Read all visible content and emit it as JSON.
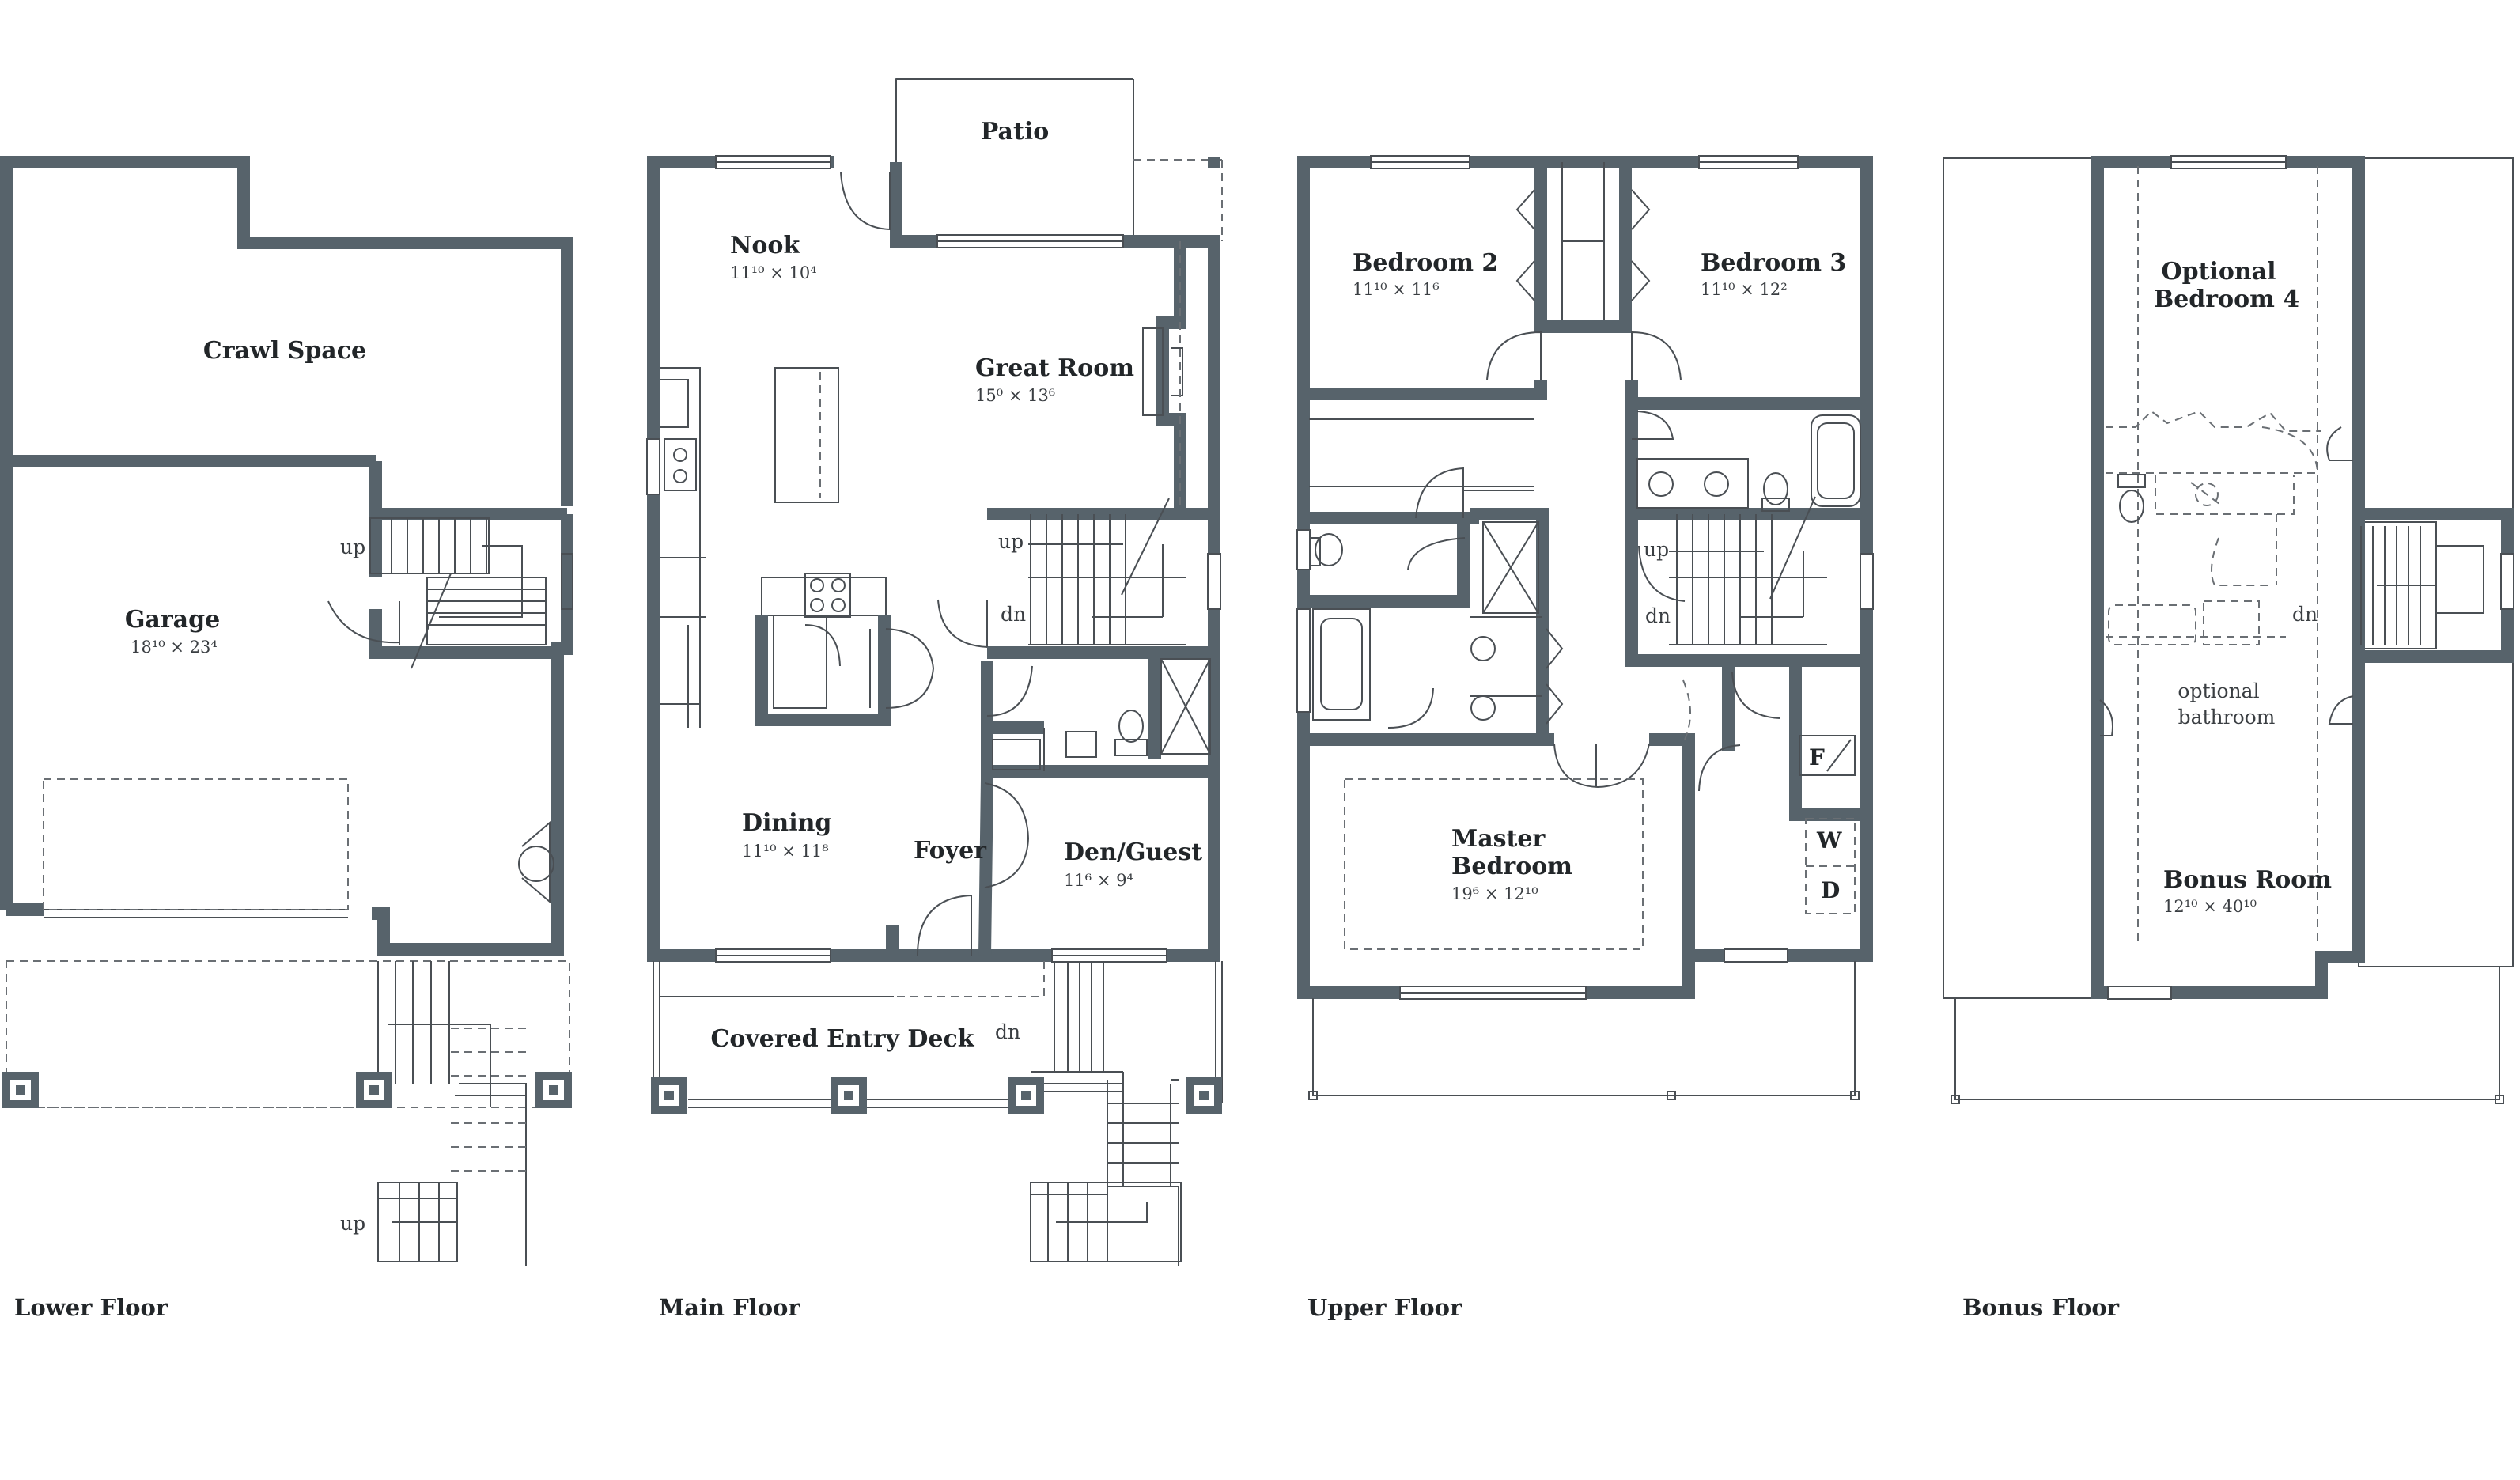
{
  "floors": {
    "lower": {
      "title": "Lower Floor",
      "rooms": {
        "crawl_space": {
          "name": "Crawl Space"
        },
        "garage": {
          "name": "Garage",
          "dims": "18¹⁰ × 23⁴"
        }
      },
      "labels": {
        "stair_up_1": "up",
        "stair_up_2": "up"
      }
    },
    "main": {
      "title": "Main Floor",
      "rooms": {
        "patio": {
          "name": "Patio"
        },
        "nook": {
          "name": "Nook",
          "dims": "11¹⁰ × 10⁴"
        },
        "great_room": {
          "name": "Great Room",
          "dims": "15⁰ × 13⁶"
        },
        "dining": {
          "name": "Dining",
          "dims": "11¹⁰ × 11⁸"
        },
        "foyer": {
          "name": "Foyer"
        },
        "den_guest": {
          "name": "Den/Guest",
          "dims": "11⁶ × 9⁴"
        },
        "covered_entry_deck": {
          "name": "Covered Entry Deck"
        }
      },
      "labels": {
        "stair_up": "up",
        "stair_dn": "dn",
        "deck_dn": "dn"
      }
    },
    "upper": {
      "title": "Upper Floor",
      "rooms": {
        "bedroom2": {
          "name": "Bedroom 2",
          "dims": "11¹⁰ × 11⁶"
        },
        "bedroom3": {
          "name": "Bedroom 3",
          "dims": "11¹⁰ × 12²"
        },
        "master": {
          "name_line1": "Master",
          "name_line2": "Bedroom",
          "dims": "19⁶ × 12¹⁰"
        }
      },
      "labels": {
        "stair_up": "up",
        "stair_dn": "dn",
        "furnace": "F",
        "washer": "W",
        "dryer": "D"
      }
    },
    "bonus": {
      "title": "Bonus Floor",
      "rooms": {
        "optional_bedroom": {
          "name_line1": "Optional",
          "name_line2": "Bedroom 4"
        },
        "optional_bath": {
          "line1": "optional",
          "line2": "bathroom"
        },
        "bonus_room": {
          "name": "Bonus Room",
          "dims": "12¹⁰ × 40¹⁰"
        }
      },
      "labels": {
        "stair_dn": "dn"
      }
    }
  }
}
